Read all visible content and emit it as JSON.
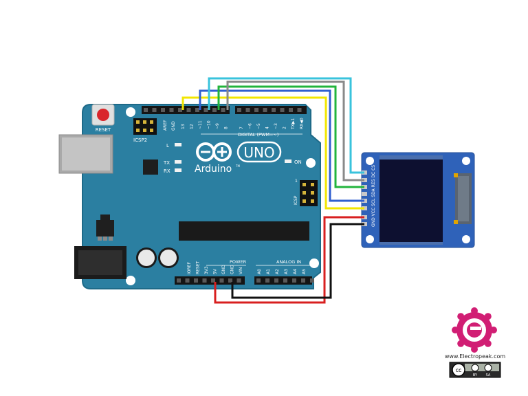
{
  "board": {
    "reset_label": "RESET",
    "icsp2_label": "ICSP2",
    "icsp_label": "ICSP",
    "icsp_pin1": "1",
    "aref_label": "AREF",
    "gnd_top_label": "GND",
    "digital_label": "DIGITAL (PWM=~)",
    "led_l_label": "L",
    "tx_label": "TX",
    "rx_label": "RX",
    "on_label": "ON",
    "uno_label": "UNO",
    "brand_label": "Arduino",
    "tm_label": "TM",
    "power_label": "POWER",
    "analog_label": "ANALOG IN",
    "digital_pins": [
      "13",
      "12",
      "~11",
      "~10",
      "~9",
      "8",
      "7",
      "~6",
      "~5",
      "4",
      "~3",
      "2",
      "TX▶1",
      "RX◀0"
    ],
    "power_pins": [
      "IOREF",
      "RESET",
      "3V3",
      "5V",
      "GND",
      "GND",
      "VIN"
    ],
    "analog_pins": [
      "A0",
      "A1",
      "A2",
      "A3",
      "A4",
      "A5"
    ]
  },
  "oled": {
    "pin_labels": "GND VCC SCL SDA RES DC CS"
  },
  "wires": {
    "colors": {
      "yellow": "#f2e600",
      "blue": "#2f5fd0",
      "cyan": "#39c3dc",
      "green": "#22b43c",
      "gray": "#8a8a8a",
      "red": "#d81f1f",
      "black": "#111111"
    }
  },
  "logo": {
    "website": "www.Electropeak.com",
    "license_cc": "cc",
    "license_by": "BY",
    "license_sa": "SA",
    "accent": "#d11e74"
  },
  "colors": {
    "board": "#2b7fa1",
    "board_edge": "#1e6a88",
    "oled_pcb": "#2f62b9",
    "screen": "#0d1030"
  }
}
